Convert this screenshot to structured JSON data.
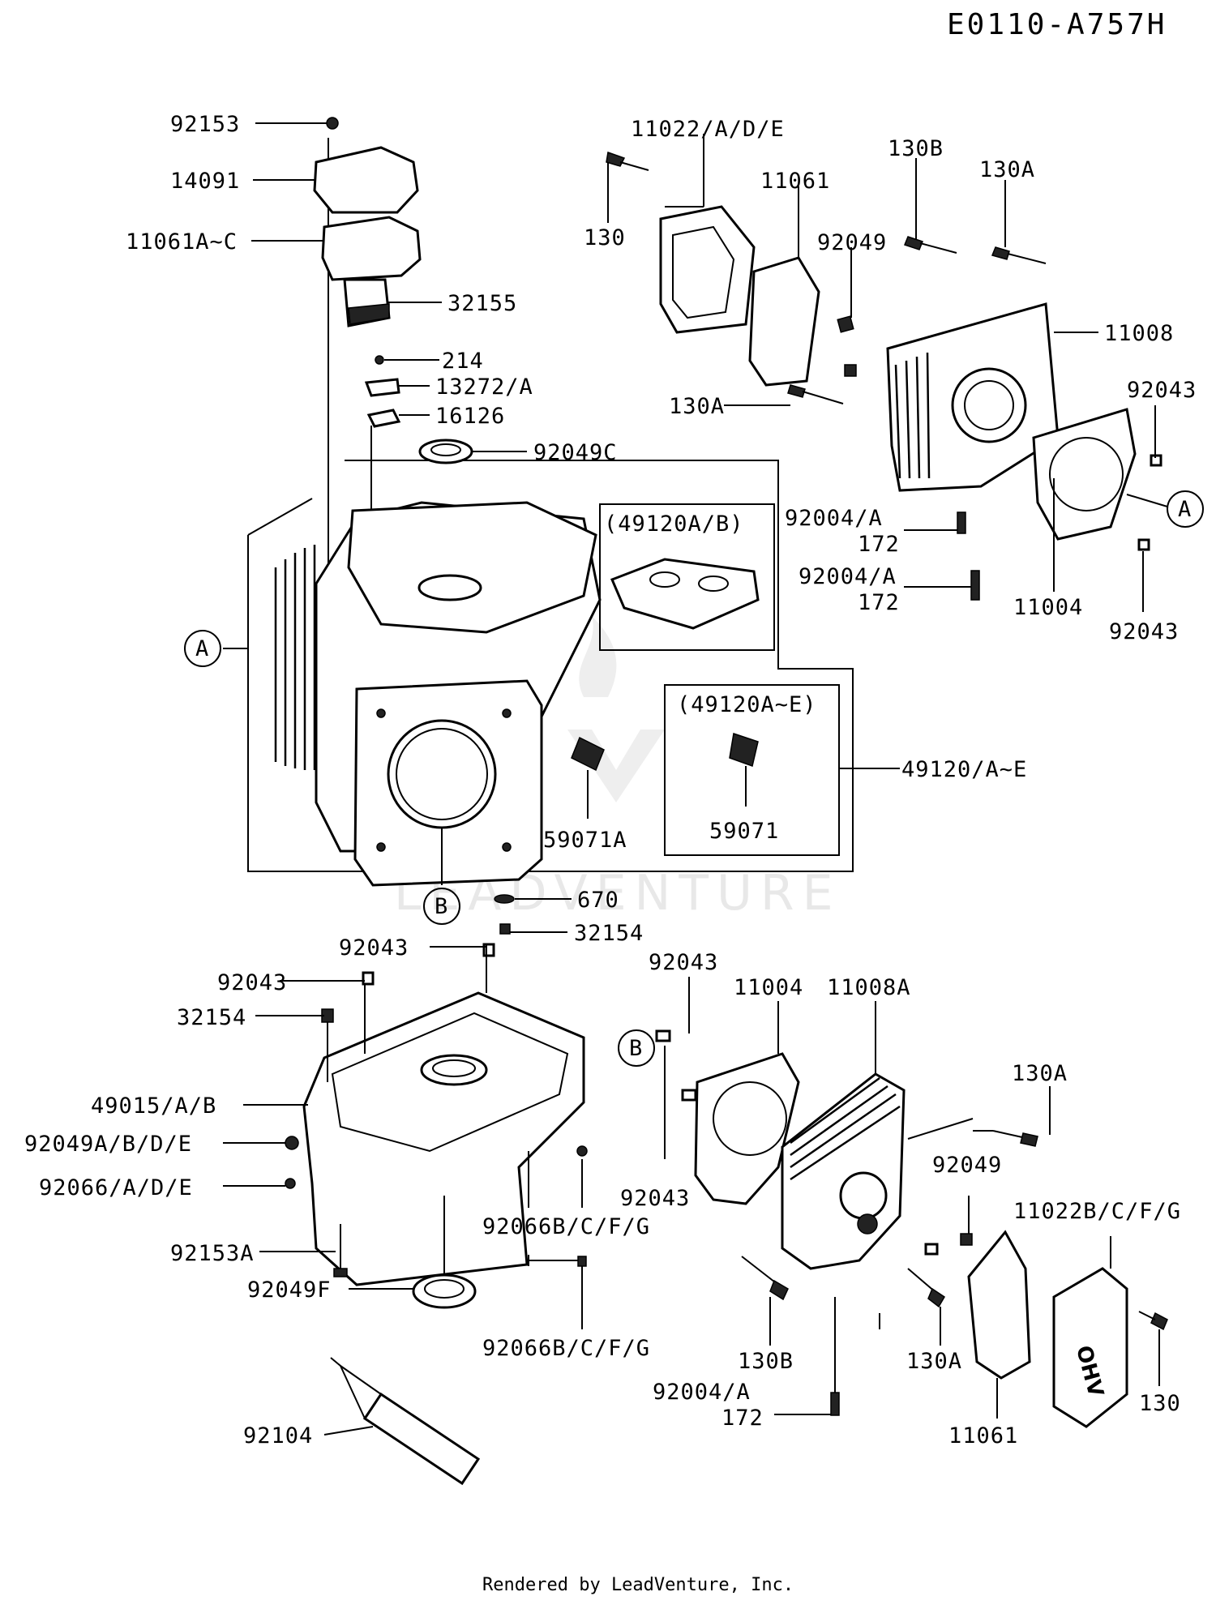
{
  "title": "E0110-A757H",
  "footer": "Rendered by LeadVenture, Inc.",
  "watermark": "LEADVENTURE",
  "callouts": {
    "a_left": "A",
    "a_right": "A",
    "b_upper": "B",
    "b_lower": "B"
  },
  "boxes": {
    "box1_title": "(49120A/B)",
    "box2_title": "(49120A~E)",
    "box2_part": "59071"
  },
  "labels": {
    "p92153": "92153",
    "p14091": "14091",
    "p11061AC": "11061A~C",
    "p32155": "32155",
    "p214": "214",
    "p13272": "13272/A",
    "p16126": "16126",
    "p92049C": "92049C",
    "p11022": "11022/A/D/E",
    "p130": "130",
    "p11061_top": "11061",
    "p130B_top": "130B",
    "p130A_top": "130A",
    "p92049_top": "92049",
    "p11008": "11008",
    "p130A_mid": "130A",
    "p92043_r1": "92043",
    "p92004_1": "92004/A",
    "p172_1": "172",
    "p92004_2": "92004/A",
    "p172_2": "172",
    "p11004_top": "11004",
    "p92043_r2": "92043",
    "p49120": "49120/A~E",
    "p59071A": "59071A",
    "p670": "670",
    "p32154_top": "32154",
    "p92043_a": "92043",
    "p92043_b": "92043",
    "p32154_left": "32154",
    "p49015": "49015/A/B",
    "p92049ABDE": "92049A/B/D/E",
    "p92066ADE": "92066/A/D/E",
    "p92153A": "92153A",
    "p92049F": "92049F",
    "p92066BCFG_1": "92066B/C/F/G",
    "p92066BCFG_2": "92066B/C/F/G",
    "p92104": "92104",
    "p92043_c": "92043",
    "p11004_bot": "11004",
    "p11008A": "11008A",
    "p130A_bot1": "130A",
    "p92049_bot": "92049",
    "p11022BCFG": "11022B/C/F/G",
    "p92043_d": "92043",
    "p130B_bot": "130B",
    "p130A_bot2": "130A",
    "p92004_3": "92004/A",
    "p172_3": "172",
    "p11061_bot": "11061",
    "p130_bot": "130"
  },
  "cover_text": "OHV"
}
